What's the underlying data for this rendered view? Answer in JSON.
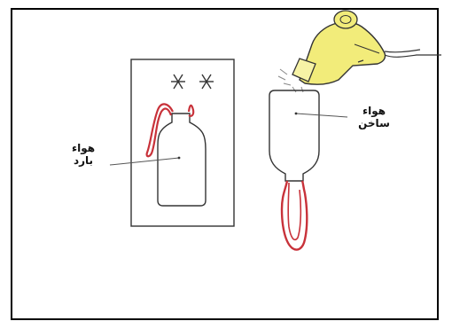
{
  "colors": {
    "outline": "#333333",
    "balloon": "#c8323a",
    "dryer_body": "#f2ec7a",
    "dryer_nozzle": "#f7f3a6",
    "frame_border": "#000000"
  },
  "labels": {
    "cold_air": [
      "هواء",
      "بارد"
    ],
    "hot_air": [
      "هواء",
      "ساخن"
    ]
  },
  "icons": {
    "freezer_symbol": "snowflake-asterisk",
    "dryer": "hair-dryer"
  }
}
